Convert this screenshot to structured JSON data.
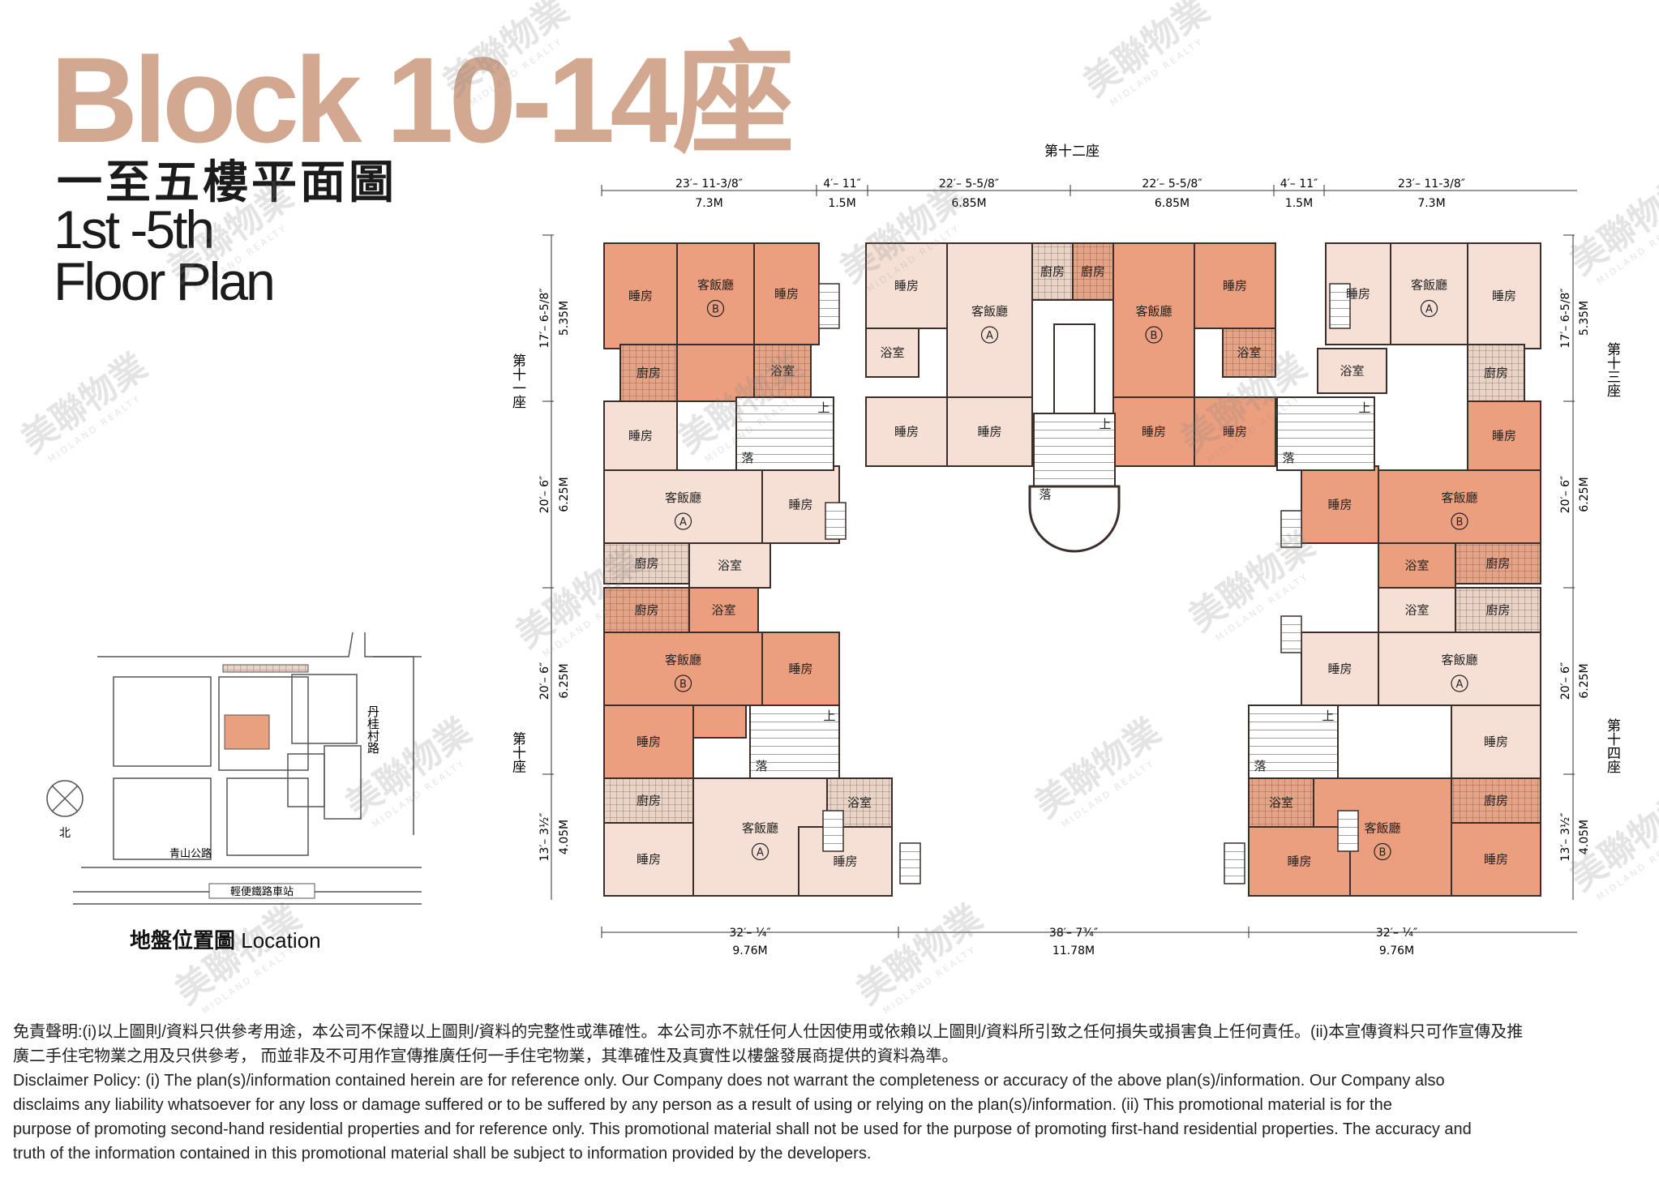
{
  "header": {
    "title_block": "Block 10-14座",
    "title_zh": "一至五樓平面圖",
    "title_en_line1": "1st -5th",
    "title_en_line2": "Floor Plan"
  },
  "watermark": {
    "text_zh": "美聯物業",
    "text_en": "MIDLAND REALTY"
  },
  "colors": {
    "unit_a": "#f6e0d6",
    "unit_b": "#ec9f7e",
    "wall": "#3a2f2a",
    "tile": "#b99a8a",
    "title": "#d3a890"
  },
  "blocks": {
    "top": "第十二座",
    "left_upper": "第十一座",
    "left_lower": "第十座",
    "right_upper": "第十三座",
    "right_lower": "第十四座"
  },
  "dimensions": {
    "top": [
      {
        "ft": "23′– 11-3/8″",
        "m": "7.3M"
      },
      {
        "ft": "4′– 11″",
        "m": "1.5M"
      },
      {
        "ft": "22′– 5-5/8″",
        "m": "6.85M"
      },
      {
        "ft": "22′– 5-5/8″",
        "m": "6.85M"
      },
      {
        "ft": "4′– 11″",
        "m": "1.5M"
      },
      {
        "ft": "23′– 11-3/8″",
        "m": "7.3M"
      }
    ],
    "bottom": [
      {
        "ft": "32′– ¼″",
        "m": "9.76M"
      },
      {
        "ft": "38′– 7¾″",
        "m": "11.78M"
      },
      {
        "ft": "32′– ¼″",
        "m": "9.76M"
      }
    ],
    "left": [
      {
        "ft": "17′– 6-5/8″",
        "m": "5.35M"
      },
      {
        "ft": "20′– 6″",
        "m": "6.25M"
      },
      {
        "ft": "20′– 6″",
        "m": "6.25M"
      },
      {
        "ft": "13′– 3½″",
        "m": "4.05M"
      }
    ],
    "right": [
      {
        "ft": "17′– 6-5/8″",
        "m": "5.35M"
      },
      {
        "ft": "20′– 6″",
        "m": "6.25M"
      },
      {
        "ft": "20′– 6″",
        "m": "6.25M"
      },
      {
        "ft": "13′– 3½″",
        "m": "4.05M"
      }
    ]
  },
  "rooms": {
    "bedroom": "睡房",
    "living_dining": "客飯廳",
    "kitchen": "廚房",
    "bathroom": "浴室",
    "unit_a_mark": "A",
    "unit_b_mark": "B",
    "stair_up": "上",
    "stair_down": "落"
  },
  "location_map": {
    "caption_zh": "地盤位置圖",
    "caption_en": "Location",
    "north": "北",
    "road_castle_peak": "青山公路",
    "road_tan_kwai": "丹桂村路",
    "lrt_stop": "輕便鐵路車站"
  },
  "disclaimer": {
    "zh_line1": "免責聲明:(i)以上圖則/資料只供參考用途，本公司不保證以上圖則/資料的完整性或準確性。本公司亦不就任何人仕因使用或依賴以上圖則/資料所引致之任何損失或損害負上任何責任。(ii)本宣傳資料只可作宣傳及推",
    "zh_line2": "廣二手住宅物業之用及只供參考， 而並非及不可用作宣傳推廣任何一手住宅物業，其準確性及真實性以樓盤發展商提供的資料為準。",
    "en_line1": "Disclaimer Policy: (i) The plan(s)/information contained herein are for reference only. Our Company does not warrant the completeness or accuracy of the above plan(s)/information. Our Company also",
    "en_line2": "disclaims any liability whatsoever for any loss or damage suffered or to be suffered by any person as a result of using or relying on the plan(s)/information. (ii) This promotional material is for the",
    "en_line3": "purpose of promoting second-hand residential properties and for reference only. This promotional material shall not be used for the purpose of promoting first-hand residential properties. The accuracy and",
    "en_line4": "truth of the information contained in this promotional material shall be subject to information provided by the developers."
  }
}
